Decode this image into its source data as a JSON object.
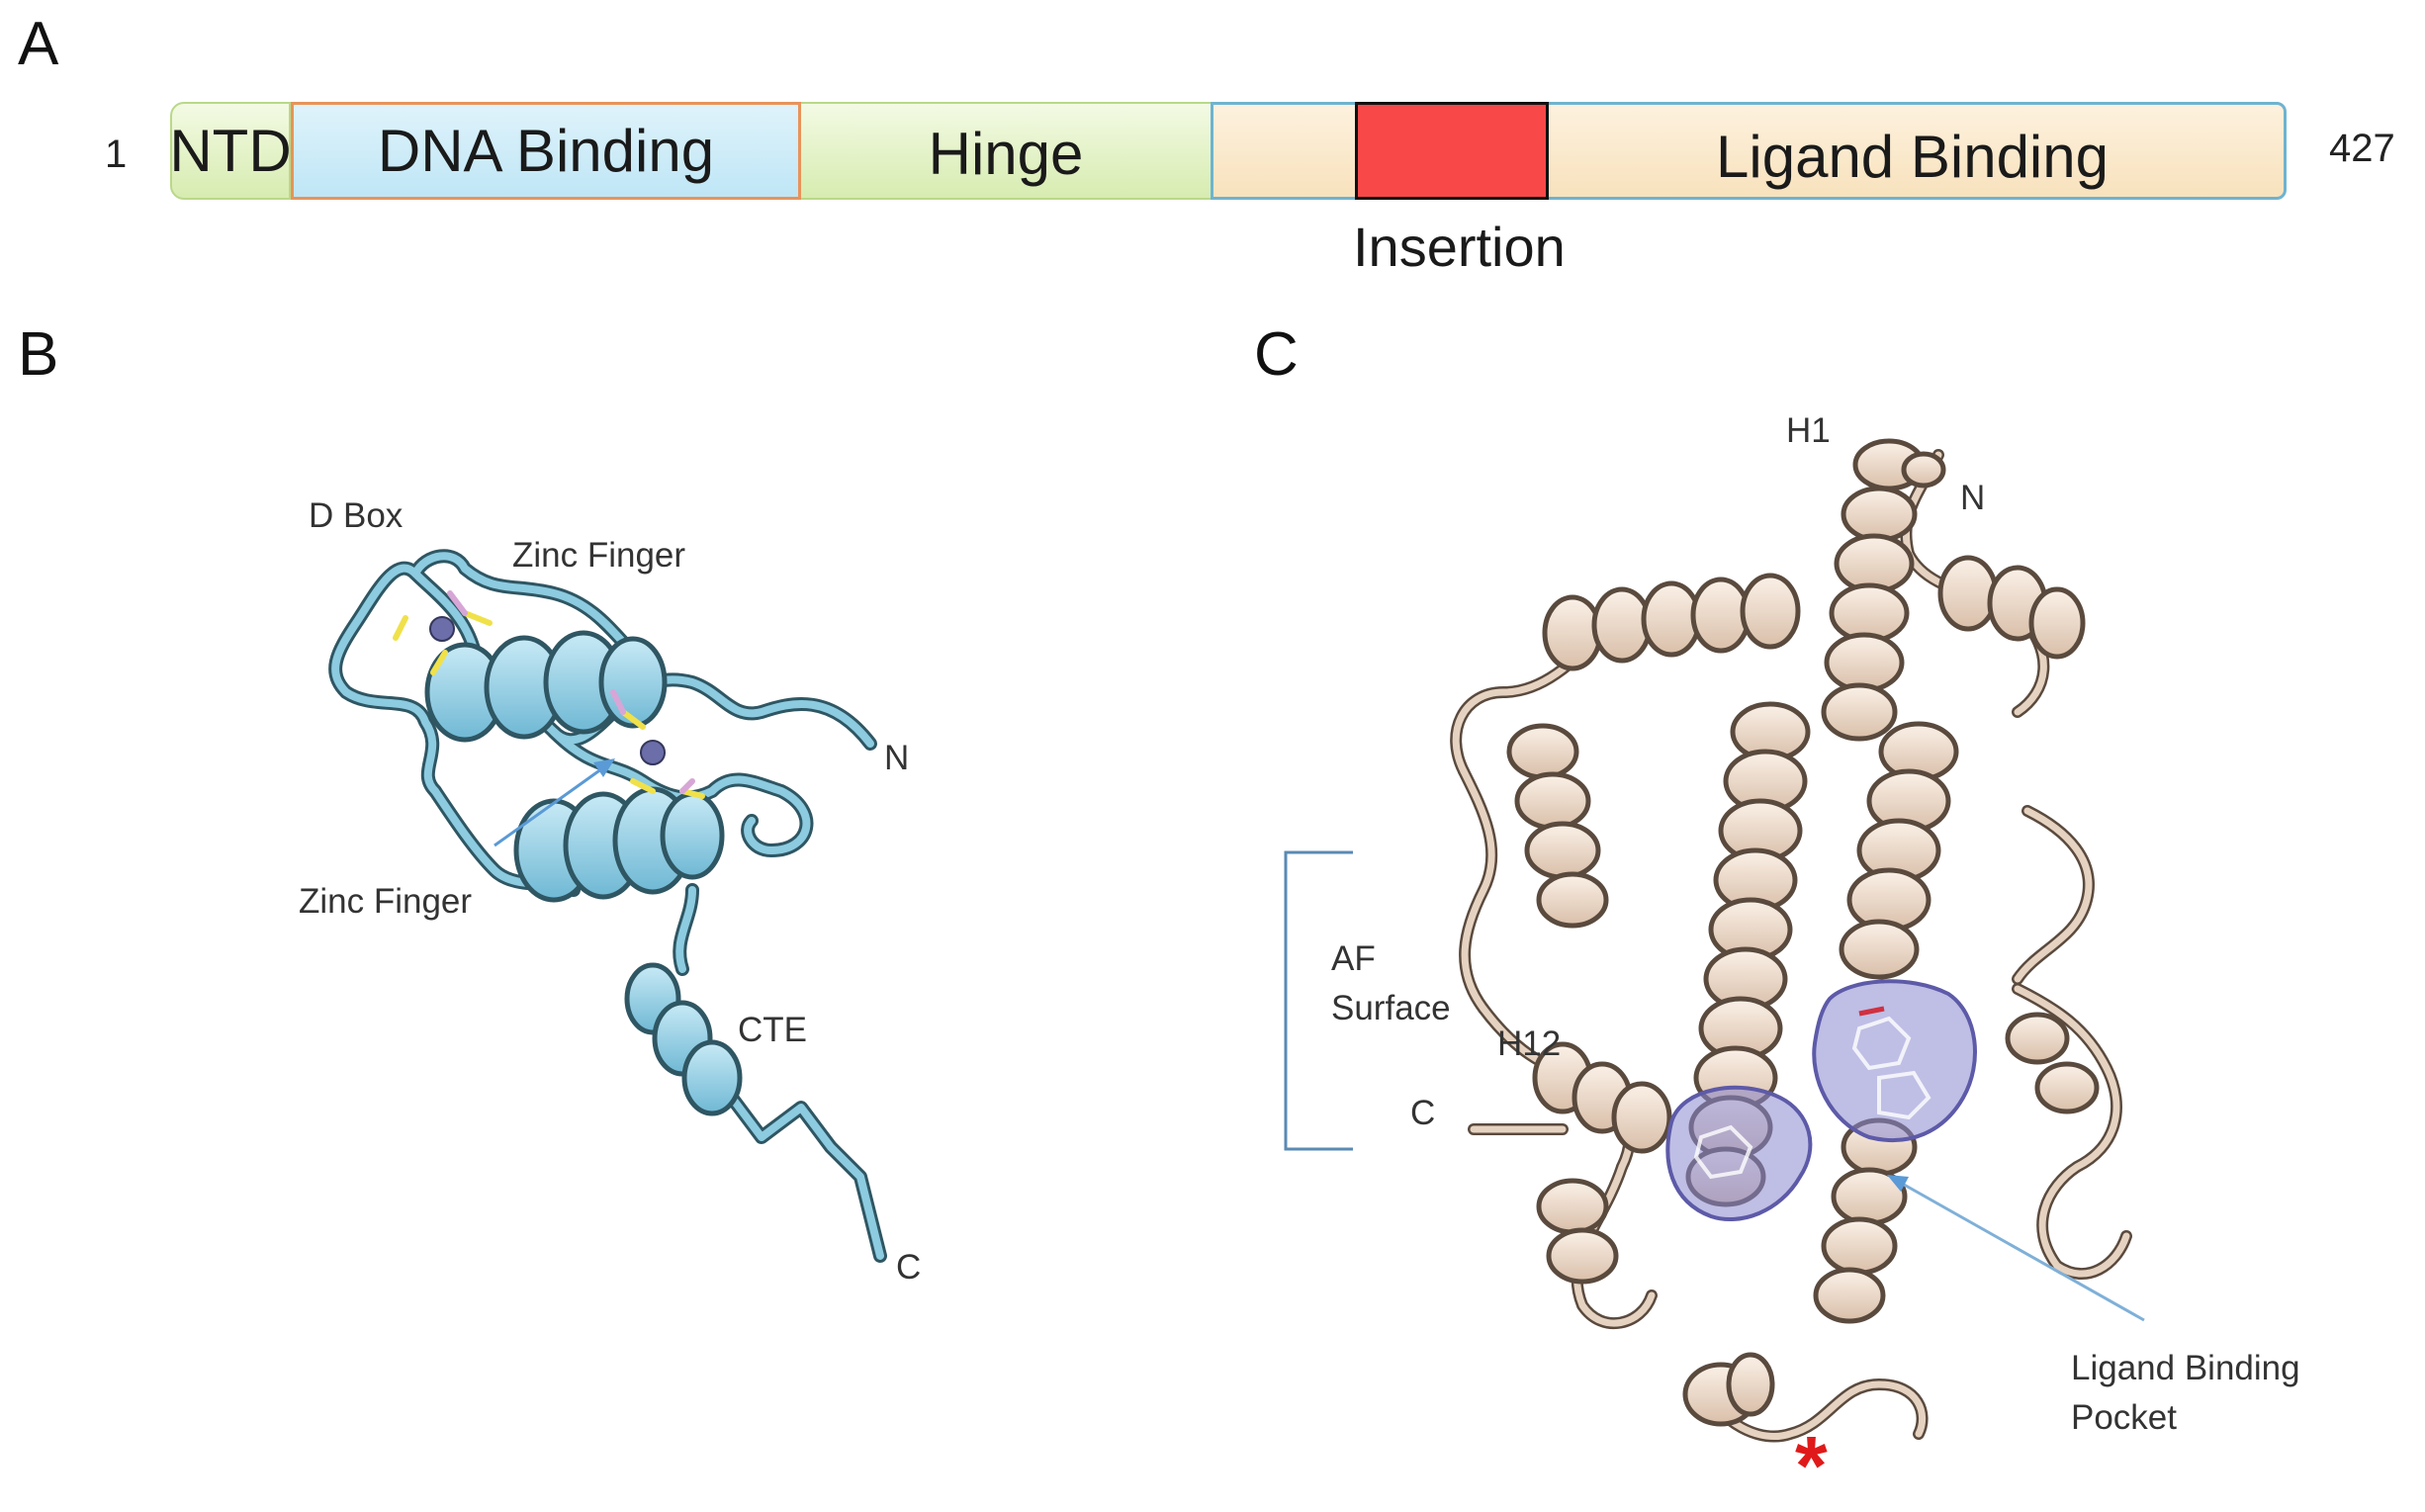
{
  "panels": {
    "a": "A",
    "b": "B",
    "c": "C"
  },
  "domain_bar": {
    "start": "1",
    "end": "427",
    "segments": {
      "ntd": "NTD",
      "dna": "DNA Binding",
      "hinge": "Hinge",
      "lbd": "Ligand Binding"
    },
    "insertion": "Insertion"
  },
  "panel_b": {
    "d_box": "D Box",
    "zinc_finger_top": "Zinc Finger",
    "zinc_finger_bottom": "Zinc Finger",
    "cte": "CTE",
    "n_term": "N",
    "c_term": "C"
  },
  "panel_c": {
    "h1": "H1",
    "n_term": "N",
    "af_line1": "AF",
    "af_line2": "Surface",
    "h12": "H12",
    "c_term": "C",
    "pocket_line1": "Ligand Binding",
    "pocket_line2": "Pocket",
    "asterisk": "*"
  },
  "colors": {
    "dbd_ribbon": "#7cc3dc",
    "lbd_ribbon": "#e9d3c1",
    "ligand_surface": "#8a88d0",
    "insertion": "#f84848",
    "asterisk": "#e01a1a",
    "arrow": "#5a9ad6"
  }
}
